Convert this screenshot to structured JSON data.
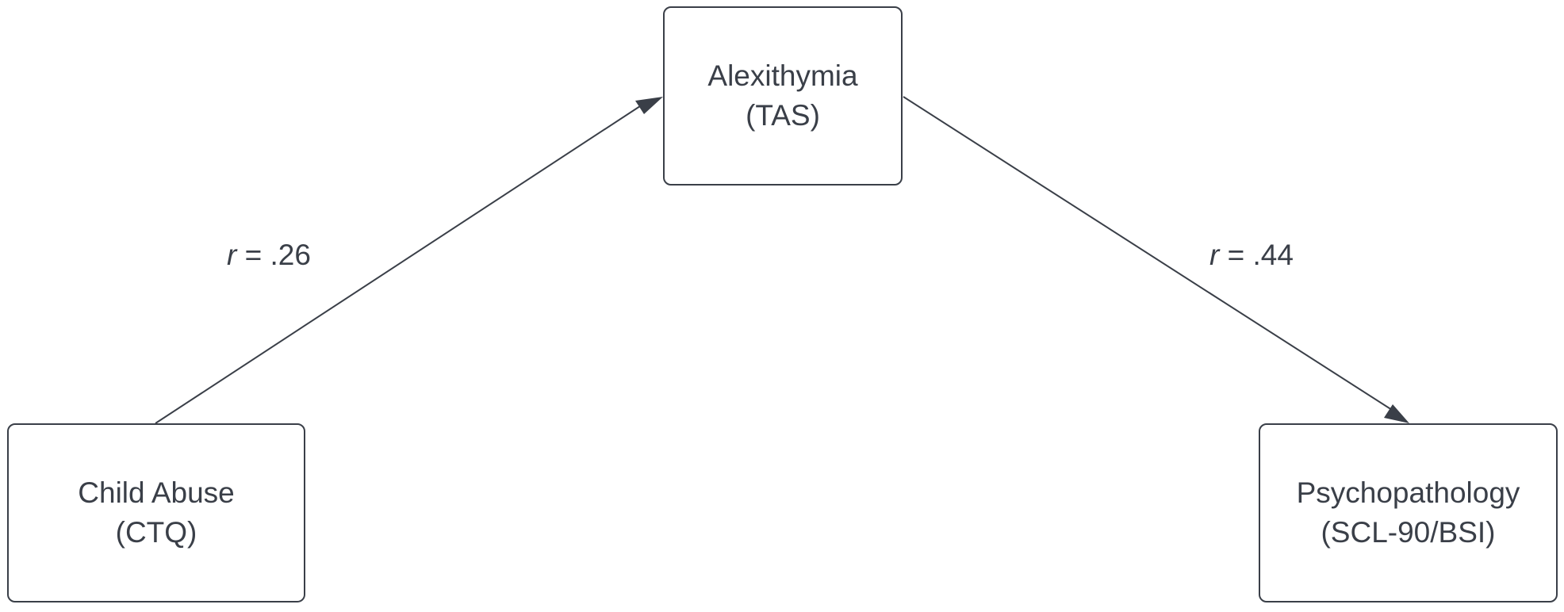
{
  "colors": {
    "stroke": "#3a3f48",
    "text": "#3a3f48",
    "background": "#ffffff"
  },
  "nodes": {
    "alexithymia": {
      "line1": "Alexithymia",
      "line2": "(TAS)"
    },
    "child_abuse": {
      "line1": "Child Abuse",
      "line2": "(CTQ)"
    },
    "psychopathology": {
      "line1": "Psychopathology",
      "line2": "(SCL-90/BSI)"
    }
  },
  "edges": [
    {
      "from": "child_abuse",
      "to": "alexithymia",
      "label_var": "r",
      "label_rest": " = .26"
    },
    {
      "from": "alexithymia",
      "to": "psychopathology",
      "label_var": "r",
      "label_rest": " = .44"
    }
  ]
}
